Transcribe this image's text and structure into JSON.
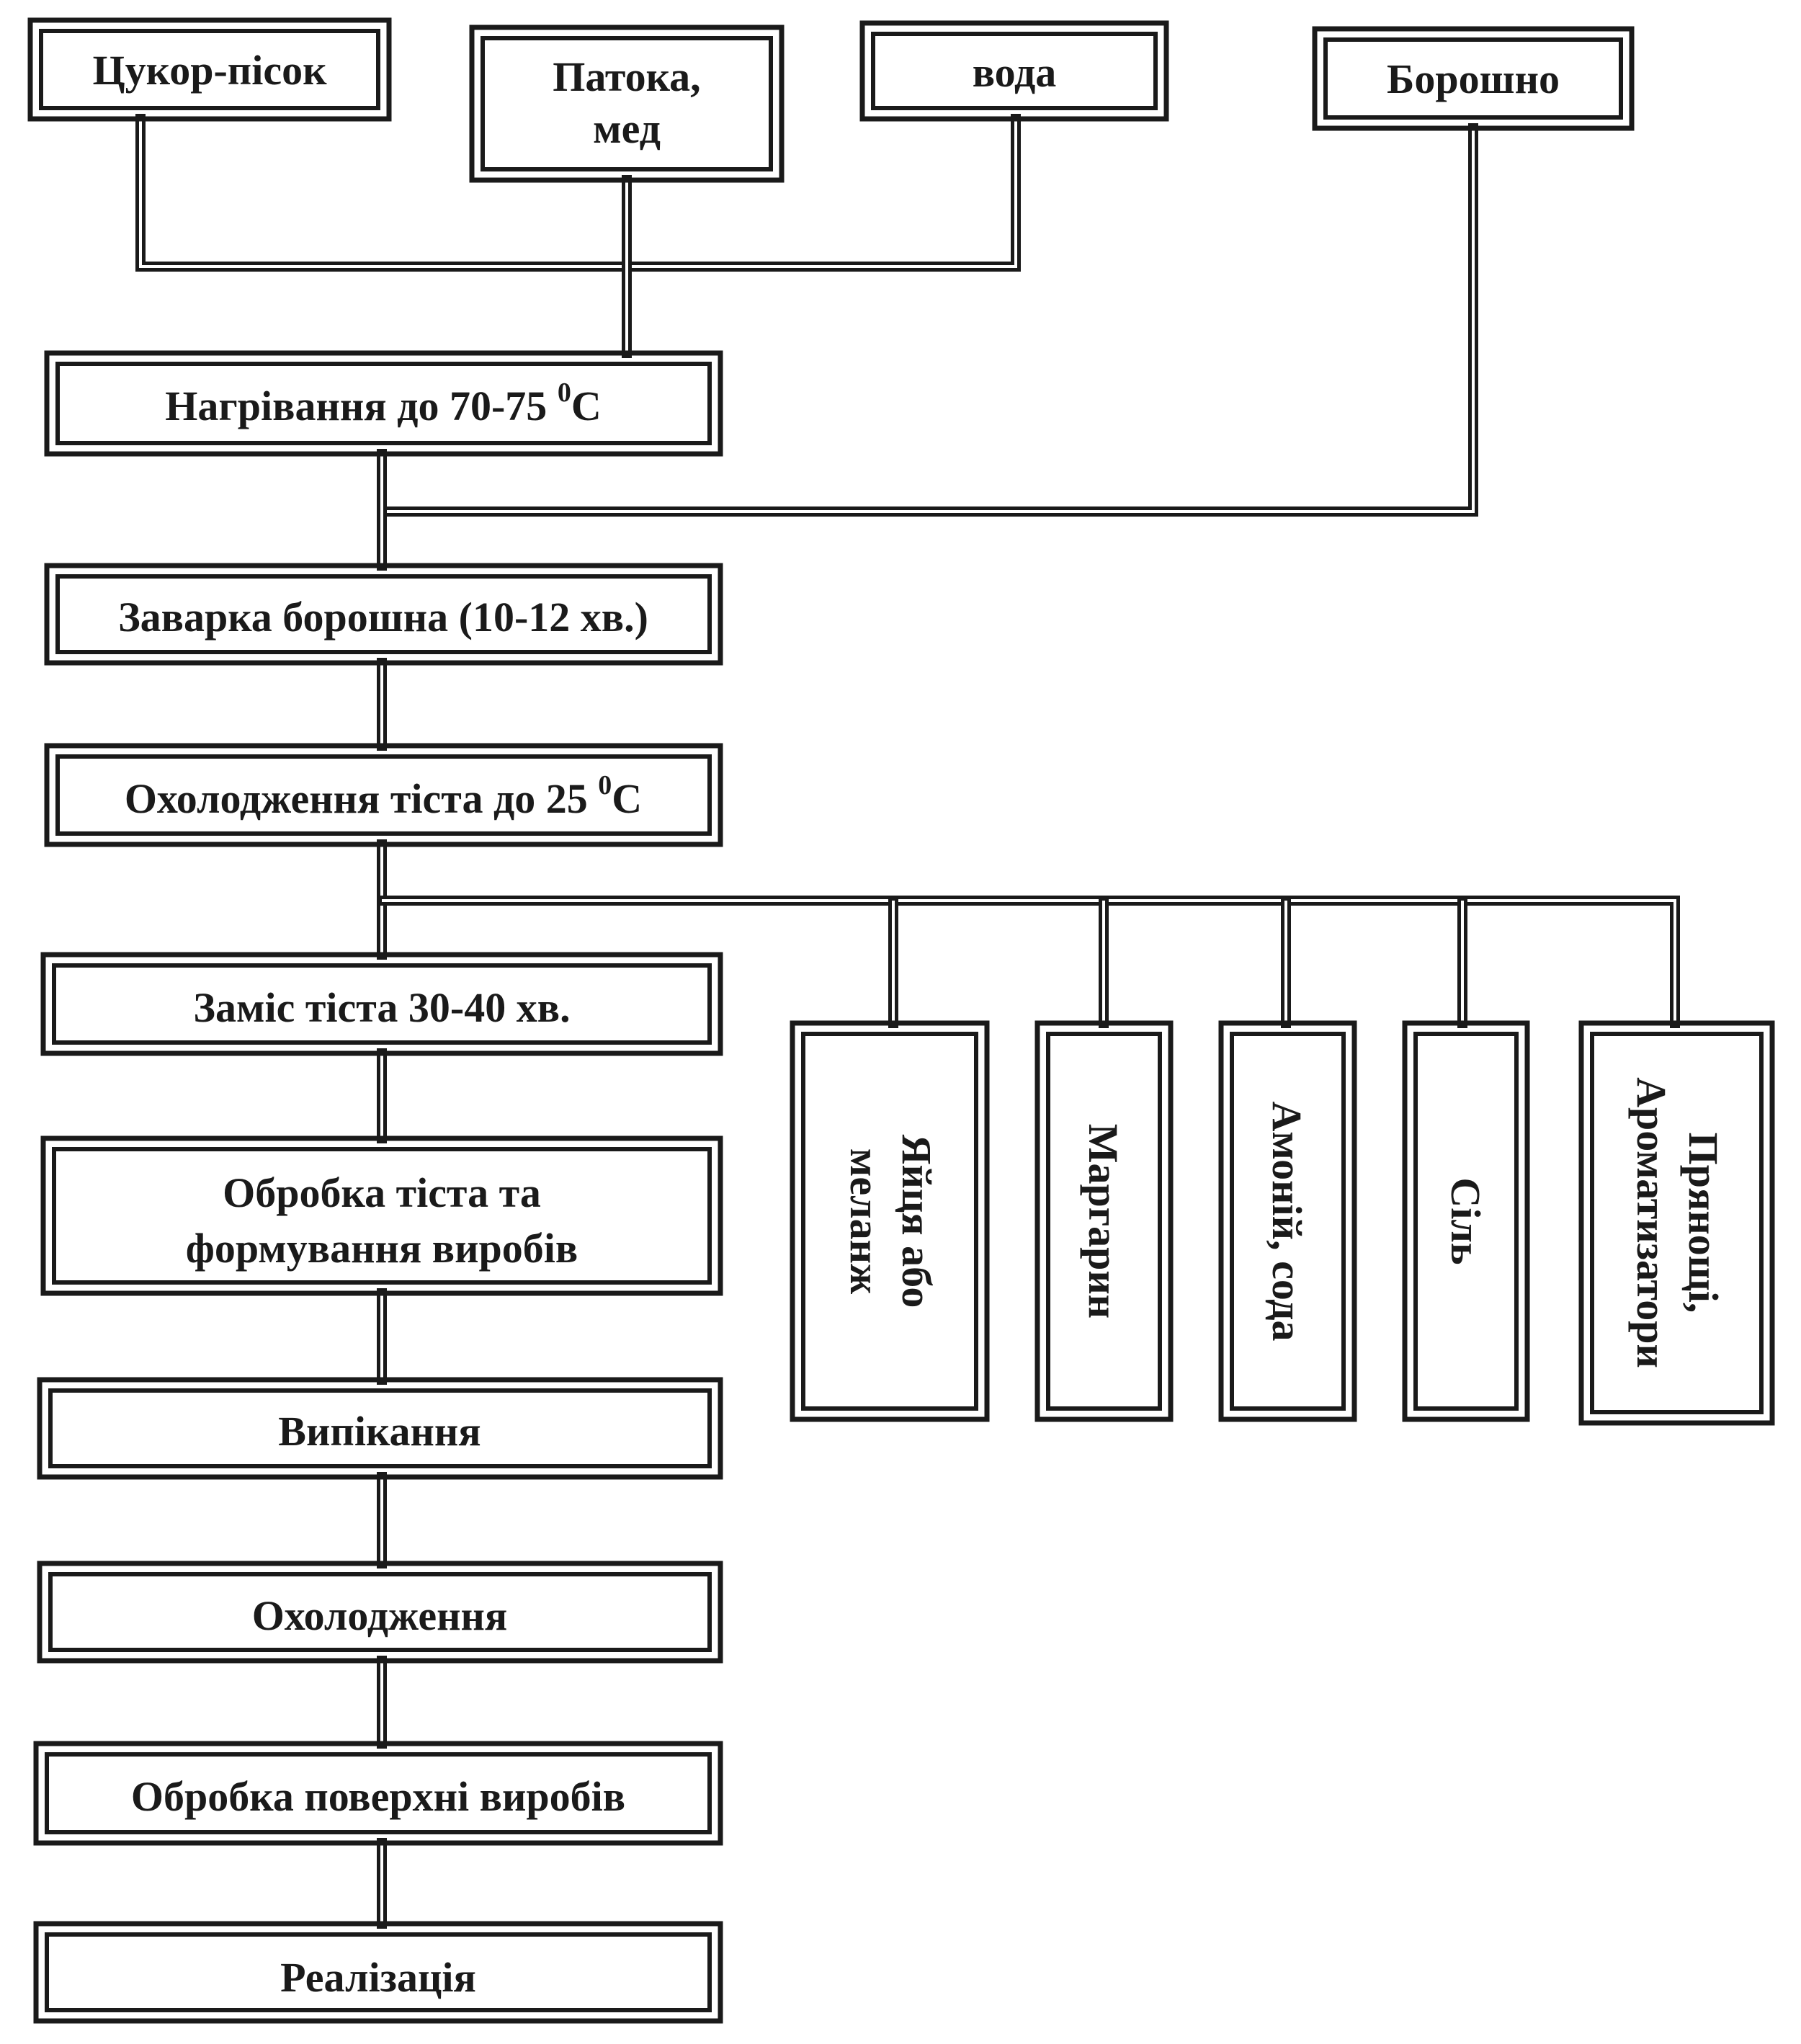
{
  "ingredients": {
    "sugar": "Цукор-пісок",
    "molasses_line1": "Патока,",
    "molasses_line2": "мед",
    "water": "вода",
    "flour": "Борошно"
  },
  "steps": {
    "heating_text": "Нагрівання до 70-75",
    "heating_sup": "0",
    "heating_unit": "С",
    "brewing": "Заварка борошна (10-12 хв.)",
    "cooling_dough_text": "Охолодження тіста до 25",
    "cooling_dough_sup": "0",
    "cooling_dough_unit": "С",
    "kneading": "Заміс тіста 30-40 хв.",
    "forming_line1": "Обробка тіста та",
    "forming_line2": "формування виробів",
    "baking": "Випікання",
    "cooling": "Охолодження",
    "surface": "Обробка поверхні виробів",
    "sale": "Реалізація"
  },
  "additives": {
    "eggs_line1": "Яйця або",
    "eggs_line2": "меланж",
    "margarine": "Маргарин",
    "ammonium": "Амоній, сода",
    "salt": "Сіль",
    "spices_line1": "Прянощі,",
    "spices_line2": "Ароматизатори"
  }
}
